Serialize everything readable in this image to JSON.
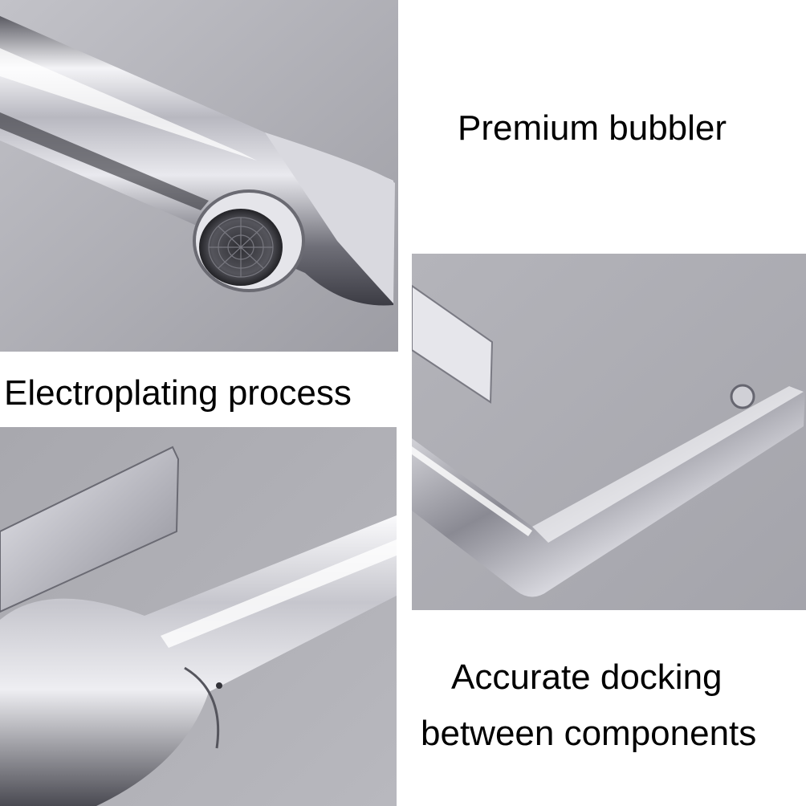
{
  "captions": {
    "premium_bubbler": "Premium bubbler",
    "electroplating": "Electroplating process",
    "docking_line1": "Accurate docking",
    "docking_line2": "between components"
  },
  "colors": {
    "page_background": "#ffffff",
    "photo_background": "#a9a9af",
    "chrome_highlight": "#f4f4f7",
    "chrome_shadow": "#3c3c44",
    "caption_text": "#000000"
  },
  "images": [
    {
      "name": "spout-aerator-closeup-photo"
    },
    {
      "name": "l-shaped-spout-photo"
    },
    {
      "name": "handle-body-closeup-photo"
    }
  ]
}
